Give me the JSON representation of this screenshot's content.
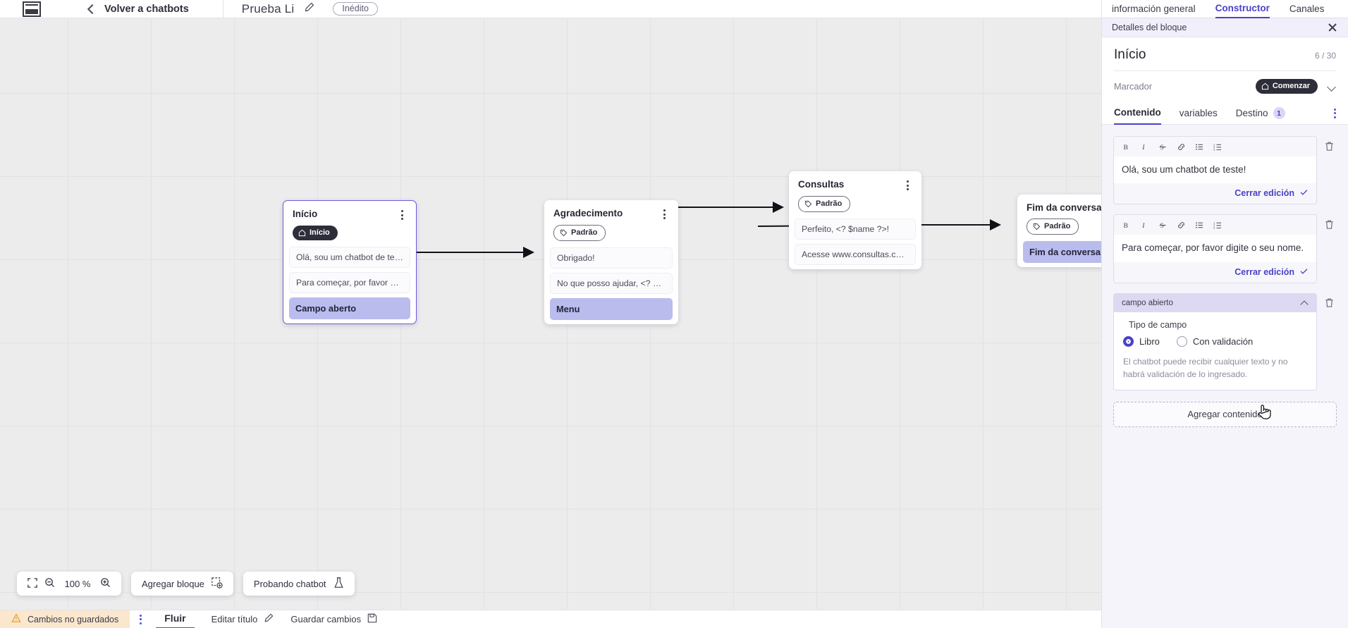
{
  "topbar": {
    "logo_icon": "app-logo-icon",
    "back_icon": "chevron-left-icon",
    "back_label": "Volver a chatbots",
    "bot_name": "Prueba Li",
    "edit_icon": "pencil-icon",
    "status_pill": "Inédito"
  },
  "canvas": {
    "zoom_level": "100 %",
    "fit_icon": "fit-screen-icon",
    "zoom_out_icon": "zoom-out-icon",
    "zoom_in_icon": "zoom-in-icon",
    "add_block_label": "Agregar bloque",
    "add_block_icon": "add-block-icon",
    "test_bot_label": "Probando chatbot",
    "test_bot_icon": "flask-icon",
    "nodes": [
      {
        "title": "Início",
        "tag": "Início",
        "tag_style": "dark",
        "tag_icon": "home-icon",
        "selected": true,
        "rows": [
          {
            "text": "Olá, sou um chatbot de teste!",
            "type": "msg"
          },
          {
            "text": "Para começar, por favor digite o ...",
            "type": "msg"
          },
          {
            "text": "Campo aberto",
            "type": "highlight"
          }
        ]
      },
      {
        "title": "Agradecimento",
        "tag": "Padrão",
        "tag_style": "outline",
        "tag_icon": "tag-icon",
        "selected": false,
        "rows": [
          {
            "text": "Obrigado!",
            "type": "msg"
          },
          {
            "text": "No que posso ajudar, <? $name ...",
            "type": "msg"
          },
          {
            "text": "Menu",
            "type": "highlight"
          }
        ]
      },
      {
        "title": "Consultas",
        "tag": "Padrão",
        "tag_style": "outline",
        "tag_icon": "tag-icon",
        "selected": false,
        "rows": [
          {
            "text": "Perfeito, <? $name ?>!",
            "type": "msg"
          },
          {
            "text": "Acesse www.consultas.com par...",
            "type": "msg"
          }
        ]
      },
      {
        "title": "Fim da conversa",
        "tag": "Padrão",
        "tag_style": "outline",
        "tag_icon": "tag-icon",
        "selected": false,
        "rows": [
          {
            "text": "Fim da conversa",
            "type": "highlight"
          }
        ]
      }
    ]
  },
  "statusbar": {
    "unsaved_icon": "warning-icon",
    "unsaved_label": "Cambios no guardados",
    "kebab_icon": "kebab-menu-icon",
    "tab_flow": "Fluir",
    "edit_title_label": "Editar título",
    "edit_title_icon": "pencil-icon",
    "save_label": "Guardar cambios",
    "save_icon": "save-icon"
  },
  "panel": {
    "tabs": [
      {
        "label": "información general",
        "active": false
      },
      {
        "label": "Constructor",
        "active": true
      },
      {
        "label": "Canales",
        "active": false
      }
    ],
    "header_title": "Detalles del bloque",
    "close_icon": "close-icon",
    "block_name": "Início",
    "char_count": "6 / 30",
    "marker_label": "Marcador",
    "marker_value": "Comenzar",
    "marker_icon": "home-icon",
    "marker_chevron_icon": "chevron-down-icon",
    "subtabs": [
      {
        "label": "Contenido",
        "active": true,
        "badge": null
      },
      {
        "label": "variables",
        "active": false,
        "badge": null
      },
      {
        "label": "Destino",
        "active": false,
        "badge": "1"
      }
    ],
    "subtab_kebab_icon": "kebab-menu-icon",
    "editor_toolbar": [
      {
        "name": "bold-icon",
        "glyph": "B"
      },
      {
        "name": "italic-icon",
        "glyph": "I"
      },
      {
        "name": "strikethrough-icon",
        "glyph": "S"
      },
      {
        "name": "link-icon",
        "glyph": "⧉"
      },
      {
        "name": "bullet-list-icon",
        "glyph": "≡"
      },
      {
        "name": "numbered-list-icon",
        "glyph": "≡"
      }
    ],
    "editors": [
      {
        "text": "Olá, sou um chatbot de teste!",
        "close_label": "Cerrar edición",
        "delete_icon": "trash-icon"
      },
      {
        "text": "Para começar, por favor digite o seu nome.",
        "close_label": "Cerrar edición",
        "delete_icon": "trash-icon"
      }
    ],
    "field_card": {
      "header": "campo abierto",
      "collapse_icon": "chevron-up-icon",
      "delete_icon": "trash-icon",
      "type_label": "Tipo de campo",
      "options": [
        {
          "label": "Libro",
          "selected": true
        },
        {
          "label": "Con validación",
          "selected": false
        }
      ],
      "hint": "El chatbot puede recibir cualquier texto y no habrá validación de lo ingresado."
    },
    "add_content_label": "Agregar contenido"
  },
  "colors": {
    "accent": "#4a41c7",
    "highlight_row": "#b9bced",
    "canvas_bg": "#ececed",
    "warning_bg": "#fbe7cd"
  }
}
